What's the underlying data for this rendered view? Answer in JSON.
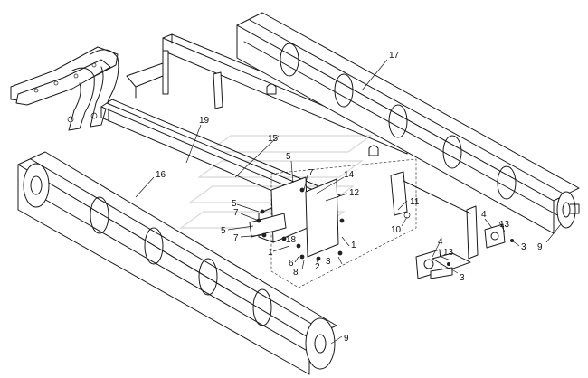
{
  "diagram": {
    "callouts": [
      {
        "label": "17"
      },
      {
        "label": "19"
      },
      {
        "label": "15"
      },
      {
        "label": "16"
      },
      {
        "label": "7"
      },
      {
        "label": "5"
      },
      {
        "label": "14"
      },
      {
        "label": "12"
      },
      {
        "label": "11"
      },
      {
        "label": "10"
      },
      {
        "label": "5"
      },
      {
        "label": "7"
      },
      {
        "label": "5"
      },
      {
        "label": "7"
      },
      {
        "label": "18"
      },
      {
        "label": "1"
      },
      {
        "label": "6"
      },
      {
        "label": "8"
      },
      {
        "label": "2"
      },
      {
        "label": "3"
      },
      {
        "label": "1"
      },
      {
        "label": "4"
      },
      {
        "label": "13"
      },
      {
        "label": "3"
      },
      {
        "label": "9"
      },
      {
        "label": "4"
      },
      {
        "label": "13"
      },
      {
        "label": "3"
      },
      {
        "label": "9"
      }
    ]
  }
}
